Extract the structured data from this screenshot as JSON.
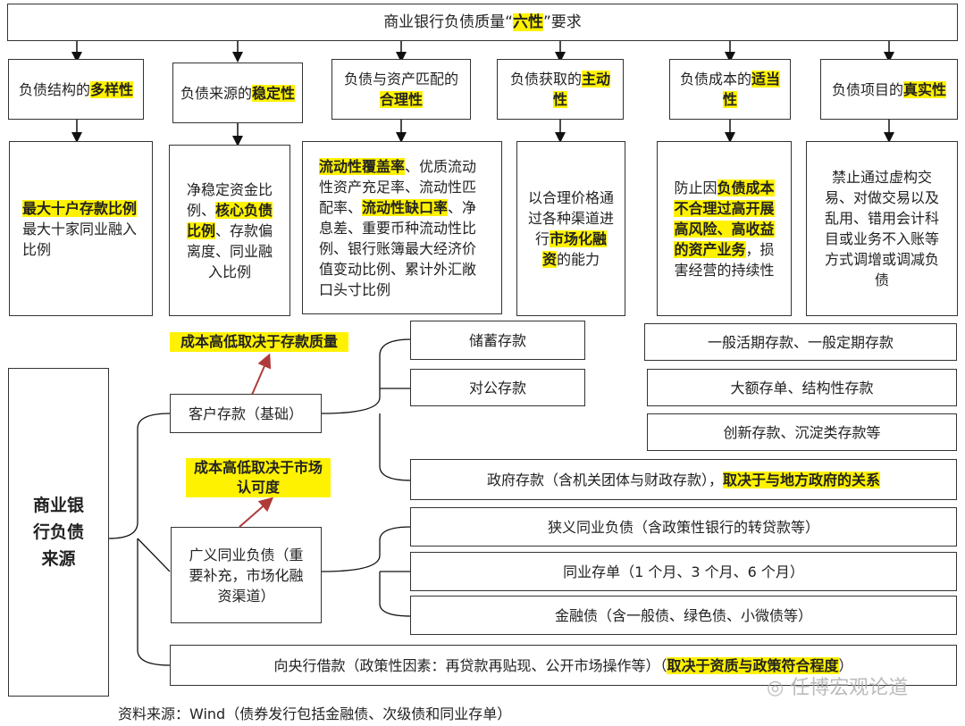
{
  "title_pre": "商业银行负债质量“",
  "title_hl": "六性",
  "title_post": "”要求",
  "criteria": [
    {
      "pre": "负债结构的",
      "hl": "多样性"
    },
    {
      "pre": "负债来源的",
      "hl": "稳定性"
    },
    {
      "pre": "负债与资产匹配的",
      "hl": "合理性"
    },
    {
      "pre": "负债获取的",
      "hl": "主动性"
    },
    {
      "pre": "负债成本的",
      "hl": "适当性"
    },
    {
      "pre": "负债项目的",
      "hl": "真实性"
    }
  ],
  "details": [
    {
      "a": "",
      "b": "最大十户存款比例",
      "c": "最大十家同业融入比例"
    },
    {
      "a": "净稳定资金比例、",
      "b": "核心负债比例",
      "c": "、存款偏离度、同业融入比例"
    },
    {
      "a": "",
      "b": "流动性覆盖率",
      "c": "、优质流动性资产充足率、流动性匹配率、",
      "d": "流动性缺口率",
      "e": "、净息差、重要币种流动性比例、银行账簿最大经济价值变动比例、累计外汇敞口头寸比例"
    },
    {
      "a": "以合理价格通过各种渠道进行",
      "b": "市场化融资",
      "c": "的能力"
    },
    {
      "a": "防止因",
      "b": "负债成本不合理过高开展高风险、高收益的资产业务",
      "c": "，损害经营的持续性"
    },
    {
      "a": "禁止通过虚构交易、对做交易以及乱用、错用会计科目或业务不入账等方式调增或调减负债",
      "b": "",
      "c": ""
    }
  ],
  "root": "商业银行负债来源",
  "customer_deposit": "客户存款（基础）",
  "note_deposit": "成本高低取决于存款质量",
  "note_market": "成本高低取决于市场认可度",
  "savings": "储蓄存款",
  "corporate": "对公存款",
  "deposit_types": [
    "一般活期存款、一般定期存款",
    "大额存单、结构性存款",
    "创新存款、沉淀类存款等"
  ],
  "gov_pre": "政府存款（含机关团体与财政存款），",
  "gov_hl": "取决于与地方政府的关系",
  "interbank": "广义同业负债（重要补充，市场化融资渠道）",
  "interbank_items": [
    "狭义同业负债（含政策性银行的转贷款等）",
    "同业存单（1 个月、3 个月、6 个月）",
    "金融债（含一般债、绿色债、小微债等）"
  ],
  "central_pre": "向央行借款（政策性因素：再贷款再贴现、公开市场操作等）（",
  "central_hl": "取决于资质与政策符合程度",
  "central_post": "）",
  "watermark": "任博宏观论道",
  "source": "资料来源：Wind（债券发行包括金融债、次级债和同业存单）"
}
